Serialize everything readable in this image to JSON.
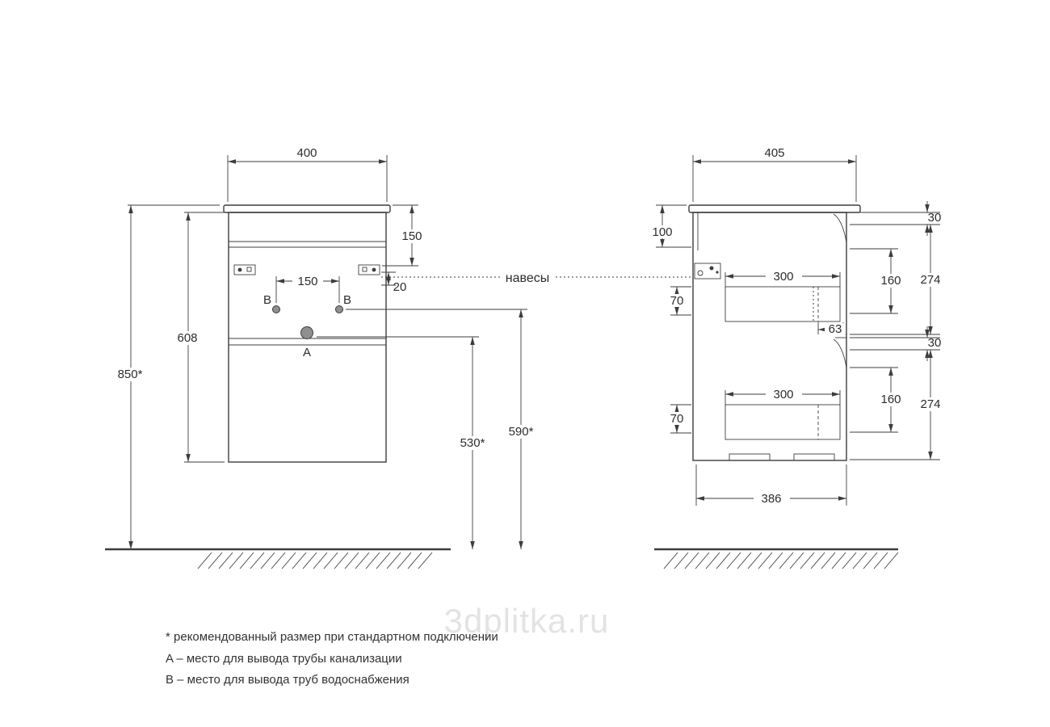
{
  "watermark": "3dplitka.ru",
  "callouts": {
    "hangers_label": "навесы",
    "label_a": "A",
    "label_b_left": "B",
    "label_b_right": "B"
  },
  "front": {
    "width": "400",
    "overall_height": "850*",
    "cabinet_height": "608",
    "hanger_drop": "150",
    "hanger_offset": "20",
    "supply_spacing": "150",
    "drain_height": "530*",
    "supply_height": "590*"
  },
  "side": {
    "depth": "405",
    "hanger_top_offset": "100",
    "gap_top_1": "30",
    "front_inner_1": "160",
    "front_height_1": "274",
    "drawer_width_1": "300",
    "drawer_drop_1": "70",
    "back_offset": "63",
    "gap_top_2": "30",
    "front_inner_2": "160",
    "front_height_2": "274",
    "drawer_width_2": "300",
    "drawer_drop_2": "70",
    "bottom_depth": "386"
  },
  "notes": [
    "* рекомендованный размер при стандартном подключении",
    "A – место для вывода трубы канализации",
    "B – место для вывода труб водоснабжения"
  ],
  "colors": {
    "line": "#3d3d3d",
    "watermark": "#e3e3e3"
  }
}
